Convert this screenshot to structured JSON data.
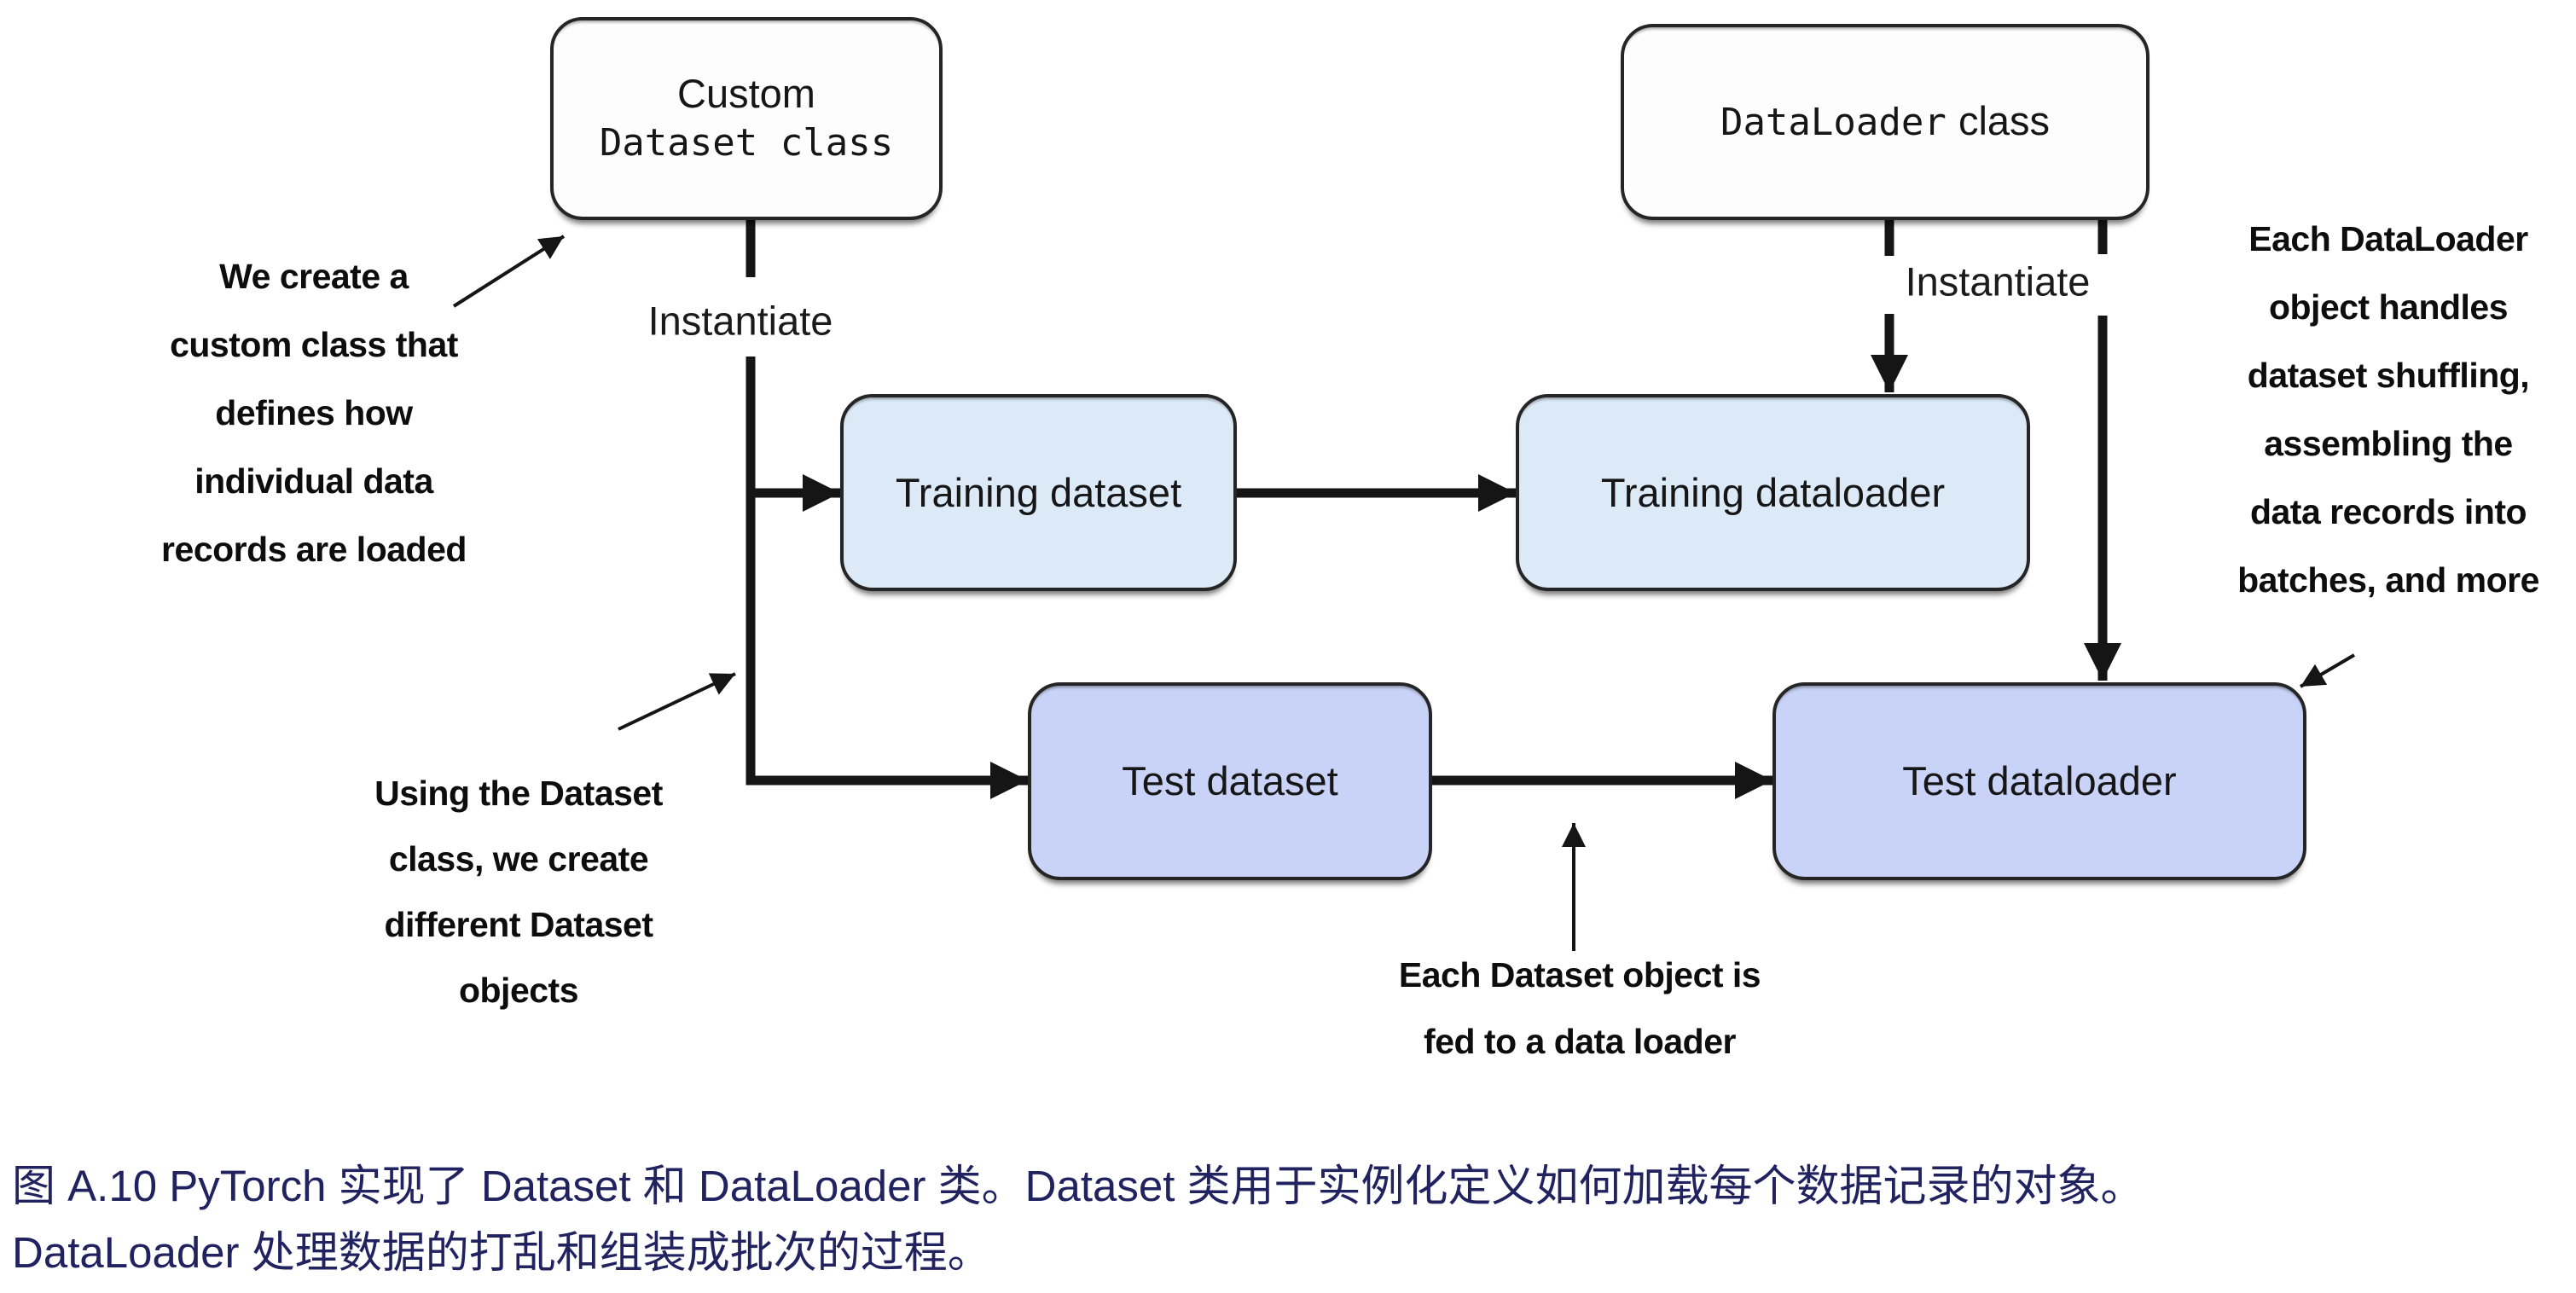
{
  "figure": {
    "caption_line1": "图 A.10 PyTorch 实现了 Dataset 和 DataLoader 类。Dataset 类用于实例化定义如何加载每个数据记录的对象。",
    "caption_line2": "DataLoader 处理数据的打乱和组装成批次的过程。",
    "caption_color": "#212260"
  },
  "boxes": {
    "custom_dataset_class": {
      "line1": "Custom",
      "line2": "Dataset class",
      "fill": "#fdfdfd"
    },
    "dataloader_class": {
      "code": "DataLoader",
      "rest": "class",
      "fill": "#fdfdfd"
    },
    "training_dataset": {
      "label": "Training dataset",
      "fill": "#dceaf8"
    },
    "training_dataloader": {
      "label": "Training dataloader",
      "fill": "#dceaf8"
    },
    "test_dataset": {
      "label": "Test dataset",
      "fill": "#c8d3f7"
    },
    "test_dataloader": {
      "label": "Test dataloader",
      "fill": "#c8d3f7"
    }
  },
  "labels": {
    "instantiate_left": "Instantiate",
    "instantiate_right": "Instantiate"
  },
  "annotations": {
    "top_left": {
      "lines": [
        "We create a",
        "custom class that",
        "defines how",
        "individual data",
        "records are loaded"
      ]
    },
    "bottom_left": {
      "lines": [
        "Using the Dataset",
        "class, we create",
        "different Dataset",
        "objects"
      ]
    },
    "bottom_middle": {
      "lines": [
        "Each Dataset object is",
        "fed to a data loader"
      ]
    },
    "right": {
      "lines": [
        "Each DataLoader",
        "object handles",
        "dataset shuffling,",
        "assembling the",
        "data records into",
        "batches, and more"
      ]
    }
  },
  "colors": {
    "line": "#151515",
    "box_border": "#252525",
    "training_fill": "#dceaf8",
    "test_fill": "#c8d3f7"
  }
}
